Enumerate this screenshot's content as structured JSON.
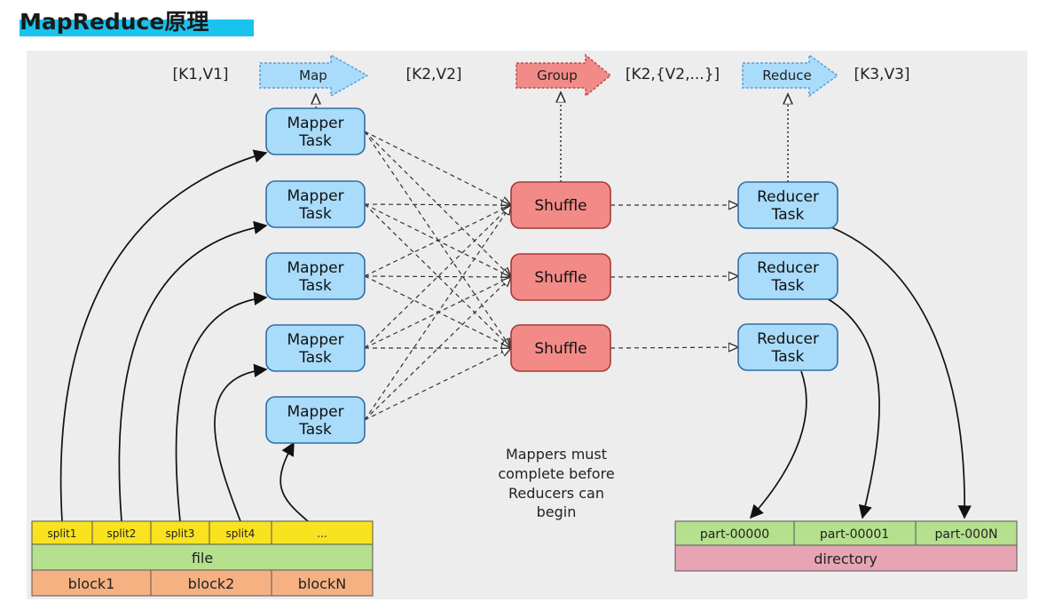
{
  "title": "MapReduce原理",
  "phase_labels": {
    "k1v1": "[K1,V1]",
    "map": "Map",
    "k2v2": "[K2,V2]",
    "group": "Group",
    "k2list": "[K2,{V2,...}]",
    "reduce": "Reduce",
    "k3v3": "[K3,V3]"
  },
  "mapper_task": {
    "line1": "Mapper",
    "line2": "Task"
  },
  "mapper_count": 5,
  "shuffle_label": "Shuffle",
  "shuffle_count": 3,
  "reducer_task": {
    "line1": "Reducer",
    "line2": "Task"
  },
  "reducer_count": 3,
  "note": [
    "Mappers must",
    "complete before",
    "Reducers can",
    "begin"
  ],
  "input": {
    "splits": [
      "split1",
      "split2",
      "split3",
      "split4",
      "..."
    ],
    "file": "file",
    "blocks": [
      "block1",
      "block2",
      "blockN"
    ]
  },
  "output": {
    "parts": [
      "part-00000",
      "part-00001",
      "part-000N"
    ],
    "directory": "directory"
  },
  "colors": {
    "mapper": "#a9dbfa",
    "shuffle": "#f28b88",
    "reducer": "#a9dbfa",
    "split": "#f9e21f",
    "file": "#b5e08d",
    "block": "#f6b183",
    "part": "#b5e08d",
    "directory": "#e7a5b4",
    "title_highlight": "#19c3ee"
  }
}
